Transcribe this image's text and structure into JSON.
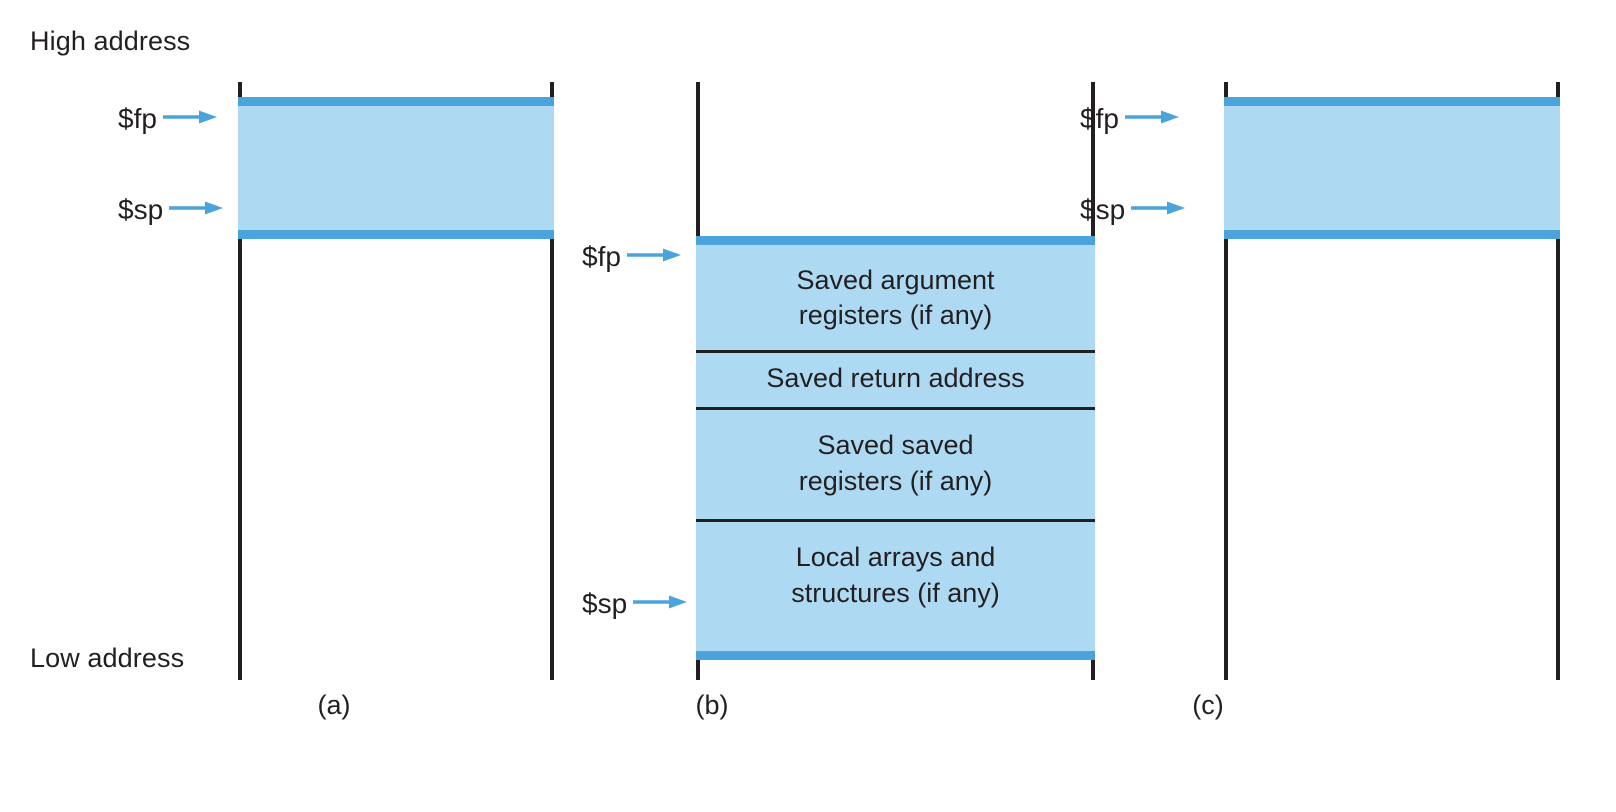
{
  "figure": {
    "top_axis_label": "High address",
    "bottom_axis_label": "Low address",
    "colors": {
      "fill": "#ADD9F2",
      "accent": "#4BA3DC",
      "line": "#231F20",
      "background": "#FFFFFF"
    }
  },
  "panels": [
    {
      "id": "a",
      "caption": "(a)",
      "pointers": [
        {
          "name": "$fp",
          "icon": "right-arrow-icon"
        },
        {
          "name": "$sp",
          "icon": "right-arrow-icon"
        }
      ],
      "cells": []
    },
    {
      "id": "b",
      "caption": "(b)",
      "pointers": [
        {
          "name": "$fp",
          "icon": "right-arrow-icon"
        },
        {
          "name": "$sp",
          "icon": "right-arrow-icon"
        }
      ],
      "cells": [
        {
          "text": "Saved argument\nregisters (if any)"
        },
        {
          "text": "Saved return address"
        },
        {
          "text": "Saved saved\nregisters (if any)"
        },
        {
          "text": "Local arrays and\nstructures (if any)"
        }
      ]
    },
    {
      "id": "c",
      "caption": "(c)",
      "pointers": [
        {
          "name": "$fp",
          "icon": "right-arrow-icon"
        },
        {
          "name": "$sp",
          "icon": "right-arrow-icon"
        }
      ],
      "cells": []
    }
  ]
}
